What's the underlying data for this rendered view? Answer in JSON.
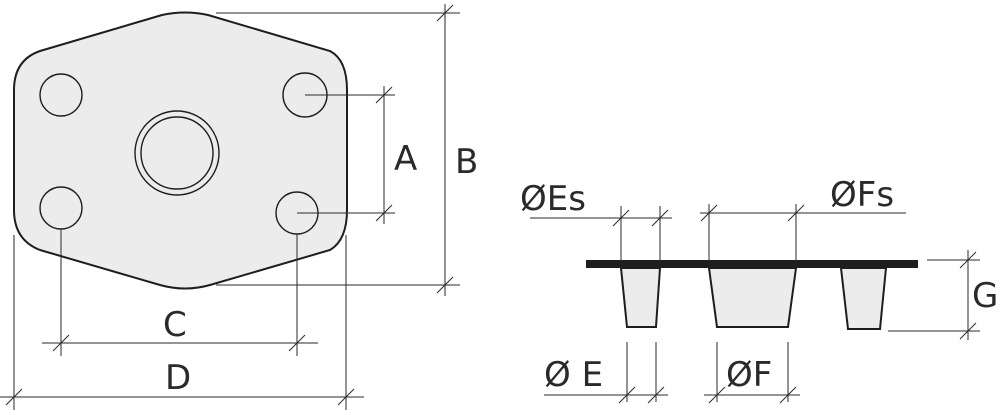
{
  "labels": {
    "a": "A",
    "b": "B",
    "c": "C",
    "d": "D",
    "es": "ØEs",
    "fs": "ØFs",
    "e": "Ø E",
    "f": "ØF",
    "g": "G"
  },
  "colors": {
    "line": "#1e1e1e",
    "fill": "#ececec",
    "text": "#2a2a2a"
  }
}
